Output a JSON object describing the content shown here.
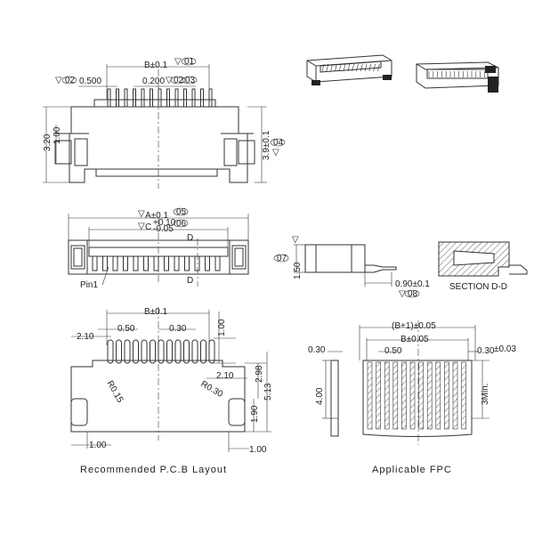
{
  "drawing": {
    "front_view": {
      "top_dim": "B±0.1",
      "top_note": "01",
      "pitch_left_note": "02",
      "pitch_left": "0.500",
      "pitch_right": "0.200",
      "pitch_right_notes": [
        "02",
        "03"
      ],
      "height_total": "3.20",
      "height_small": "1.00",
      "height_right": "3.9±0.1",
      "height_right_note": "04"
    },
    "top_view": {
      "dim_a": "A±0.1",
      "dim_a_note": "05",
      "dim_c": "C",
      "dim_c_tol_plus": "+0.10",
      "dim_c_tol_minus": "-0.05",
      "dim_c_note": "06",
      "section_top": "D",
      "section_bottom": "D",
      "pin1": "Pin1"
    },
    "side_view": {
      "note_07": "07",
      "height": "1.50",
      "offset": "0.90±0.1",
      "offset_note": "08",
      "section_label": "SECTION D-D"
    },
    "pcb_layout": {
      "top_dim": "B±0.1",
      "left_dim": "2.10",
      "pitch_left": "0.50",
      "pitch_right": "0.30",
      "pad_len": "1.00",
      "radius_left": "R0.15",
      "radius_right": "R0.30",
      "right_small": "2.10",
      "h1": "2.98",
      "h2": "5.13",
      "h3": "1.90",
      "bottom_left": "1.00",
      "bottom_right": "1.00",
      "caption": "Recommended P.C.B Layout"
    },
    "fpc": {
      "overall": "(B+1)±0.05",
      "inner": "B±0.05",
      "pitch": "0.50",
      "thickness_left": "0.30",
      "thickness_right": "0.30",
      "thickness_right_tol": "±0.03",
      "length": "4.00",
      "min_len": "3Min.",
      "caption": "Applicable FPC"
    }
  }
}
